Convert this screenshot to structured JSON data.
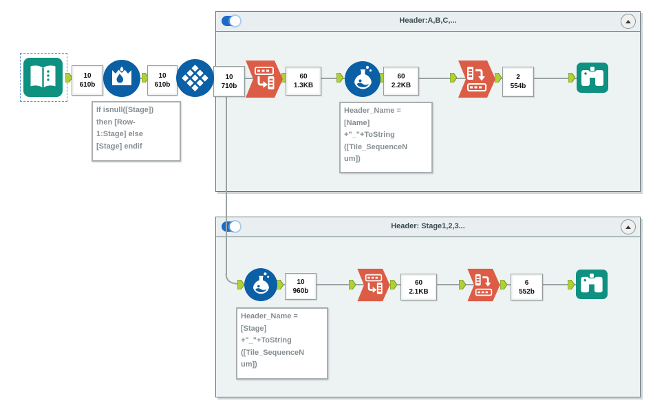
{
  "containers": [
    {
      "title": "Header:A,B,C,...",
      "toggle_state": "on"
    },
    {
      "title": "Header: Stage1,2,3...",
      "toggle_state": "on"
    }
  ],
  "connection_labels": [
    {
      "records": "10",
      "size": "610b"
    },
    {
      "records": "10",
      "size": "610b"
    },
    {
      "records": "10",
      "size": "710b"
    },
    {
      "records": "60",
      "size": "1.3KB"
    },
    {
      "records": "60",
      "size": "2.2KB"
    },
    {
      "records": "2",
      "size": "554b"
    },
    {
      "records": "10",
      "size": "960b"
    },
    {
      "records": "60",
      "size": "2.1KB"
    },
    {
      "records": "6",
      "size": "552b"
    }
  ],
  "annotations": [
    {
      "text": "If isnull([Stage])\nthen [Row-\n1:Stage] else\n[Stage] endif"
    },
    {
      "text": "Header_Name =\n[Name]\n+\"_\"+ToString\n([Tile_SequenceN\num])"
    },
    {
      "text": "Header_Name =\n[Stage]\n+\"_\"+ToString\n([Tile_SequenceN\num])"
    }
  ],
  "icons": {
    "input_data": "open-book",
    "multi_row_formula": "basin-droplet",
    "tile": "diamond-mosaic",
    "transpose": "header-row-to-column-arrow",
    "formula": "flask",
    "cross_tab": "column-to-header-row-arrow",
    "browse": "binoculars",
    "toggle": "switch-on",
    "collapse": "chevron-up"
  },
  "colors": {
    "tool_blue": "#0b5fa5",
    "tool_teal": "#0e9180",
    "tool_orange": "#dc5c45",
    "anchor_green": "#aed138",
    "anchor_green_border": "#70901f",
    "container_border": "#65787b",
    "container_bg": "#edf2f3",
    "toggle_blue": "#1b6ac9",
    "selection_blue": "#4d90d5",
    "connection_gray": "#99a2a5",
    "annotation_text": "#878f94"
  }
}
